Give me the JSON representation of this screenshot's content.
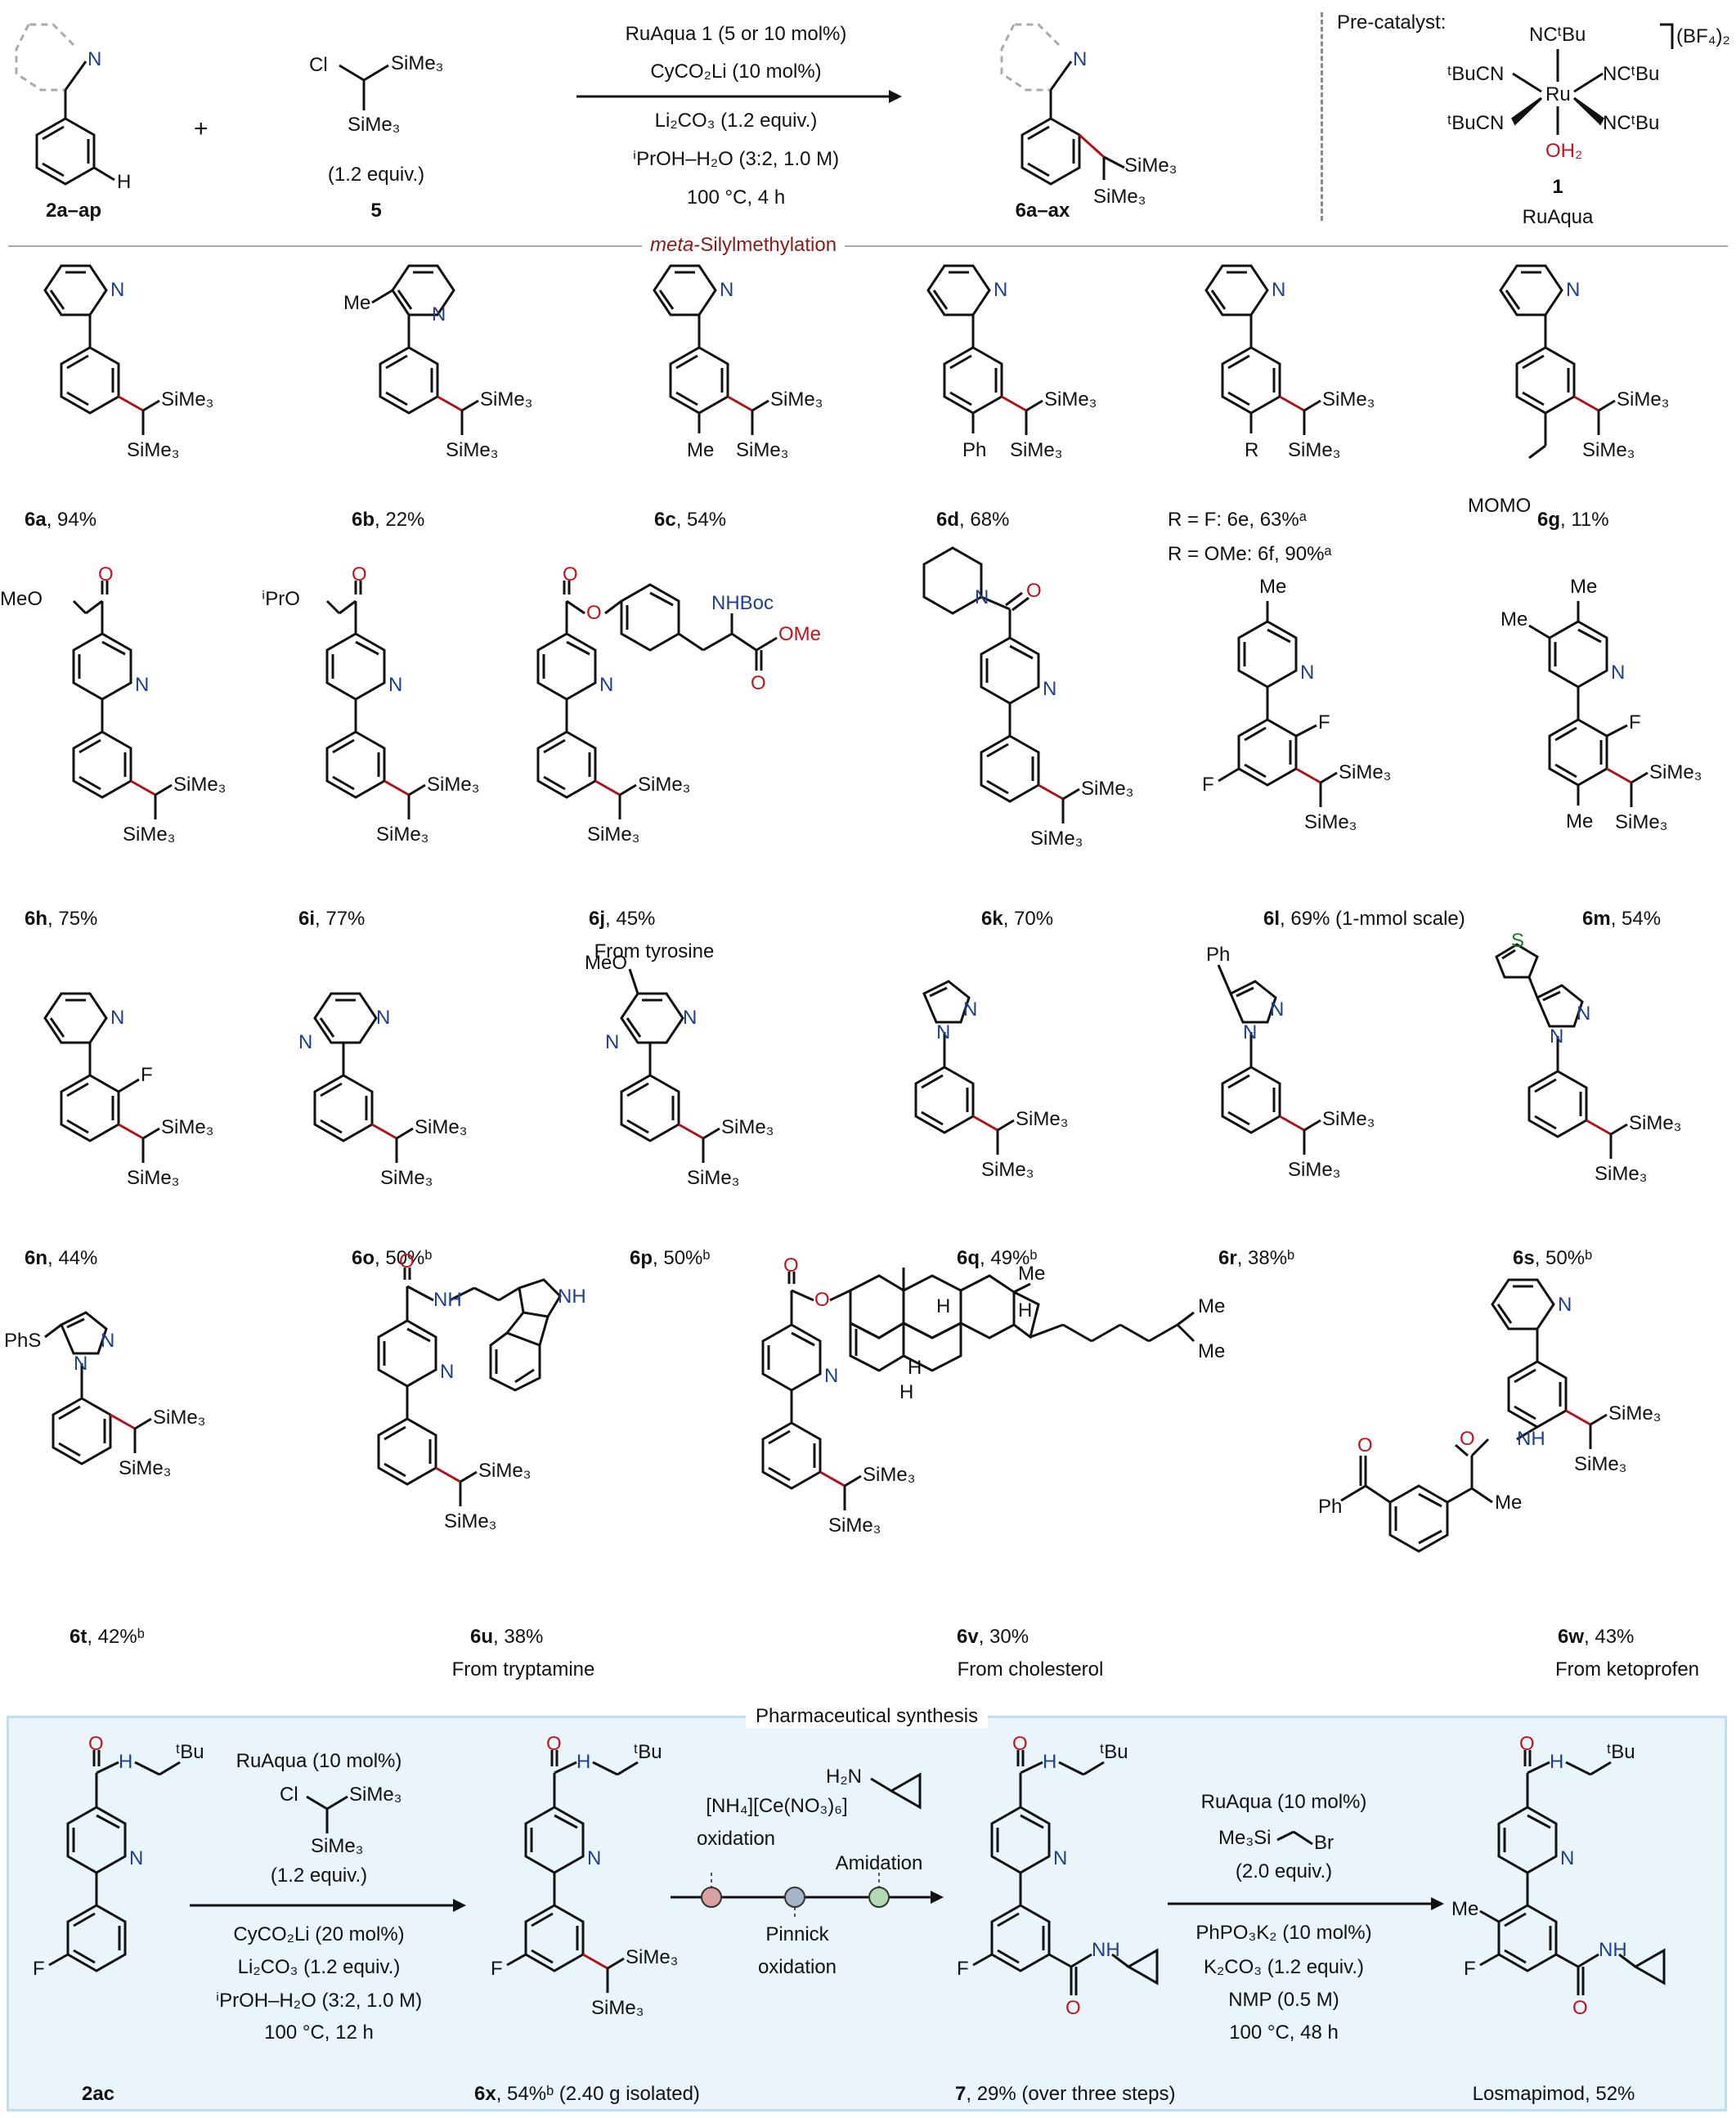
{
  "header": {
    "reactant1_label": "2a–ap",
    "plus": "+",
    "reagent5_equiv": "(1.2 equiv.)",
    "reagent5_label": "5",
    "conditions": [
      "RuAqua 1 (5 or 10 mol%)",
      "CyCO₂Li (10 mol%)",
      "Li₂CO₃ (1.2 equiv.)",
      "ⁱPrOH–H₂O (3:2, 1.0 M)",
      "100 °C, 4 h"
    ],
    "product_label": "6a–ax",
    "precatalyst_title": "Pre-catalyst:",
    "precatalyst_counterion": "(BF₄)₂",
    "precatalyst_number": "1",
    "precatalyst_name": "RuAqua"
  },
  "section_title_italic": "meta",
  "section_title_rest": "-Silylmethylation",
  "compounds": [
    {
      "id": "6a",
      "yield": ", 94%"
    },
    {
      "id": "6b",
      "yield": ", 22%"
    },
    {
      "id": "6c",
      "yield": ", 54%"
    },
    {
      "id": "6d",
      "yield": ", 68%"
    },
    {
      "id": "6e",
      "yield": "R = F: 6e, 63%ᵃ"
    },
    {
      "id": "6f",
      "yield": "R = OMe: 6f, 90%ᵃ"
    },
    {
      "id": "6g",
      "yield": ", 11%"
    },
    {
      "id": "6h",
      "yield": ", 75%"
    },
    {
      "id": "6i",
      "yield": ", 77%"
    },
    {
      "id": "6j",
      "yield": ", 45%",
      "note": "From tyrosine"
    },
    {
      "id": "6k",
      "yield": ", 70%"
    },
    {
      "id": "6l",
      "yield": ", 69% (1-mmol scale)"
    },
    {
      "id": "6m",
      "yield": ", 54%"
    },
    {
      "id": "6n",
      "yield": ", 44%"
    },
    {
      "id": "6o",
      "yield": ", 50%ᵇ"
    },
    {
      "id": "6p",
      "yield": ", 50%ᵇ"
    },
    {
      "id": "6q",
      "yield": ", 49%ᵇ"
    },
    {
      "id": "6r",
      "yield": ", 38%ᵇ"
    },
    {
      "id": "6s",
      "yield": ", 50%ᵇ"
    },
    {
      "id": "6t",
      "yield": ", 42%ᵇ"
    },
    {
      "id": "6u",
      "yield": ", 38%",
      "note": "From tryptamine"
    },
    {
      "id": "6v",
      "yield": ", 30%",
      "note": "From cholesterol"
    },
    {
      "id": "6w",
      "yield": ", 43%",
      "note": "From ketoprofen"
    }
  ],
  "pharma": {
    "title": "Pharmaceutical synthesis",
    "sm_label": "2ac",
    "step1_top": [
      "RuAqua (10 mol%)",
      "(1.2 equiv.)"
    ],
    "step1_bottom": [
      "CyCO₂Li (20 mol%)",
      "Li₂CO₃ (1.2 equiv.)",
      "ⁱPrOH–H₂O (3:2, 1.0 M)",
      "100 °C, 12 h"
    ],
    "prod6x_label": "6x",
    "prod6x_yield": ", 54%ᵇ (2.40 g isolated)",
    "oxid1": [
      "[NH₄][Ce(NO₃)₆]",
      "oxidation"
    ],
    "oxid2": [
      "Pinnick",
      "oxidation"
    ],
    "amidation": "Amidation",
    "amine": "H₂N",
    "prod7_label": "7",
    "prod7_yield": ", 29% (over three steps)",
    "step3_top": [
      "RuAqua (10 mol%)",
      "(2.0 equiv.)"
    ],
    "step3_bottom": [
      "PhPO₃K₂ (10 mol%)",
      "K₂CO₃ (1.2 equiv.)",
      "NMP (0.5 M)",
      "100 °C, 48 h"
    ],
    "losmapimod": "Losmapimod, 52%"
  },
  "atoms": {
    "N": "N",
    "O": "O",
    "S": "S",
    "F": "F",
    "Cl": "Cl",
    "Br": "Br",
    "H": "H",
    "Me": "Me",
    "Ph": "Ph",
    "R": "R",
    "SiMe3": "SiMe₃",
    "Me3Si": "Me₃Si",
    "MOMO": "MOMO",
    "MeO": "MeO",
    "iPrO": "ⁱPrO",
    "NHBoc": "NHBoc",
    "OMe": "OMe",
    "NH": "NH",
    "PhS": "PhS",
    "OH2": "OH₂",
    "tBu": "ᵗBu",
    "NCtBu": "NCᵗBu",
    "tBuCN": "ᵗBuCN",
    "Ru": "Ru"
  }
}
